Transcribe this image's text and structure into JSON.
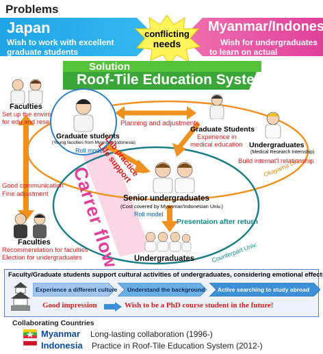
{
  "header": {
    "problems": "Problems"
  },
  "japan": {
    "title": "Japan",
    "line1": "Wish to work with excellent",
    "line2": "graduate students"
  },
  "conflict": {
    "line1": "conflicting",
    "line2": "needs"
  },
  "myanmar_indonesia": {
    "title": "Myanmar/Indonesia",
    "line1": "Wish for undergraduates",
    "line2": "to learn on actual experiences"
  },
  "solution": {
    "title": "Solution",
    "subtitle": "Roof-Tile Education System"
  },
  "faculties_top": {
    "label": "Faculties",
    "line1": "Set up the environment",
    "line2": "for edu and research"
  },
  "grad_students_left": {
    "label": "Graduate students",
    "sub": "(Young faculties from Myanmar/Indonesia)",
    "role": "Roll model"
  },
  "planning": "Planning and adjustments",
  "grad_students_right": {
    "label": "Graduate Students",
    "line1": "Experience in",
    "line2": "medical education"
  },
  "undergrads_right": {
    "label": "Undergraduates",
    "sub": "(Medical Research Internship)",
    "role": "Build internat'l relationship"
  },
  "okayama": "Okayama Univ.",
  "lab_practice": "Lab practice",
  "life_support": "Life support",
  "carrer_flow": "Carrer flow",
  "good_comm": {
    "line1": "Good communication",
    "line2": "Fine adjustment"
  },
  "senior": {
    "label": "Senior undergraduates",
    "sub": "(Cost covered by Myanmar/Indonesian Univ.)",
    "role": "Roll model"
  },
  "presentation": "Presentaion after return",
  "faculties_bottom": {
    "label": "Faculties",
    "line1": "Recommendation for faculties",
    "line2": "Election for undergraduates"
  },
  "undergraduates_bottom": "Undergraduates",
  "counterpart": "Counterpart Univ.",
  "support_box": {
    "heading": "Faculty/Graduate students support cultural activities of undergraduates, considering emotional effects.",
    "steps": [
      "Experience a different culture",
      "Understand the background",
      "Active searching to study abroad"
    ],
    "good_impression": "Good impression",
    "wish": "Wish to be a PhD course student in the future!"
  },
  "collab": {
    "title": "Collaborating Countries",
    "rows": [
      {
        "country": "Myanmar",
        "text": "Long-lasting collaboration (1996-)"
      },
      {
        "country": "Indonesia",
        "text": "Practice in Roof-Tile Education System (2012-)"
      }
    ]
  }
}
